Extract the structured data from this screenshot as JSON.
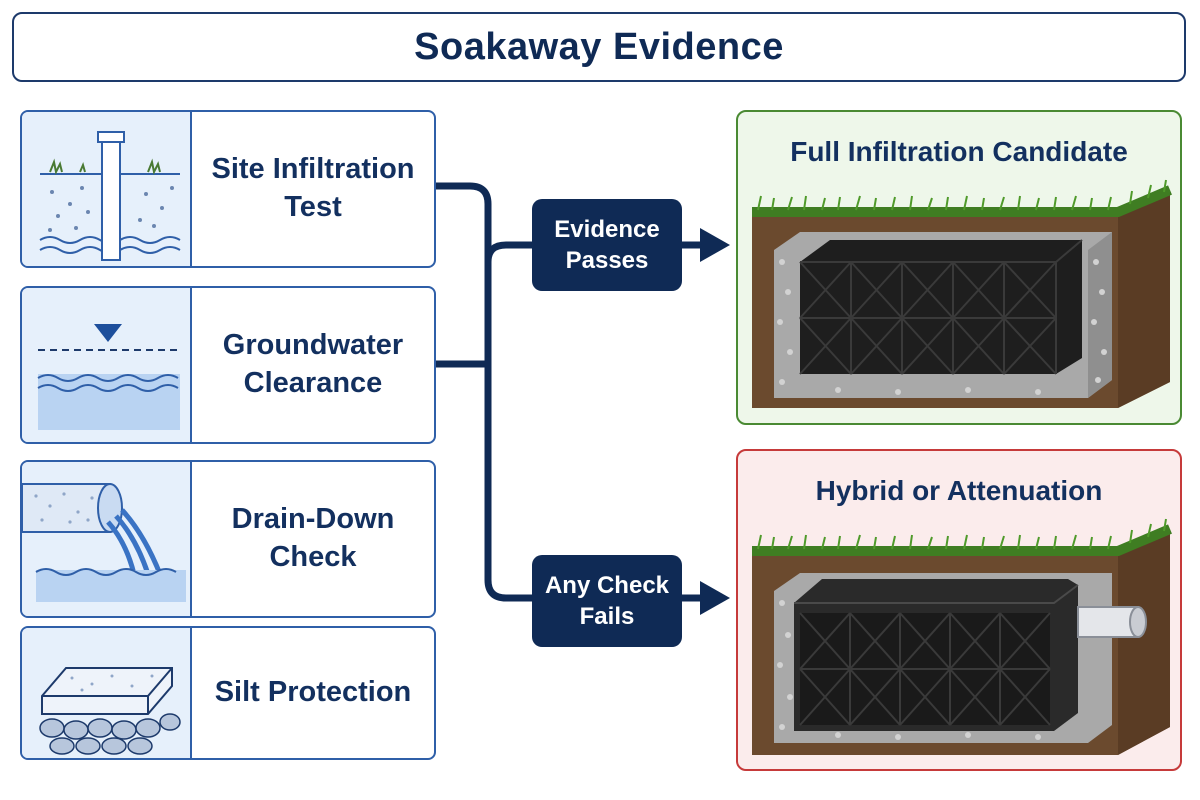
{
  "title": "Soakaway Evidence",
  "checks": [
    {
      "label": "Site Infiltration\nTest",
      "icon": "infiltration-test-icon"
    },
    {
      "label": "Groundwater\nClearance",
      "icon": "groundwater-level-icon"
    },
    {
      "label": "Drain-Down\nCheck",
      "icon": "drain-pipe-icon"
    },
    {
      "label": "Silt Protection",
      "icon": "geotextile-layer-icon"
    }
  ],
  "branches": {
    "pass": {
      "label": "Evidence\nPasses"
    },
    "fail": {
      "label": "Any Check\nFails"
    }
  },
  "outcomes": {
    "pass": {
      "title": "Full Infiltration Candidate",
      "icon": "soakaway-crate-icon",
      "color": "#4a8a33"
    },
    "fail": {
      "title": "Hybrid or Attenuation",
      "icon": "attenuation-tank-icon",
      "color": "#c63a3a"
    }
  },
  "colors": {
    "navy": "#0f2a55",
    "card_border": "#2f5fa8",
    "icon_bg": "#e6f0fb"
  }
}
